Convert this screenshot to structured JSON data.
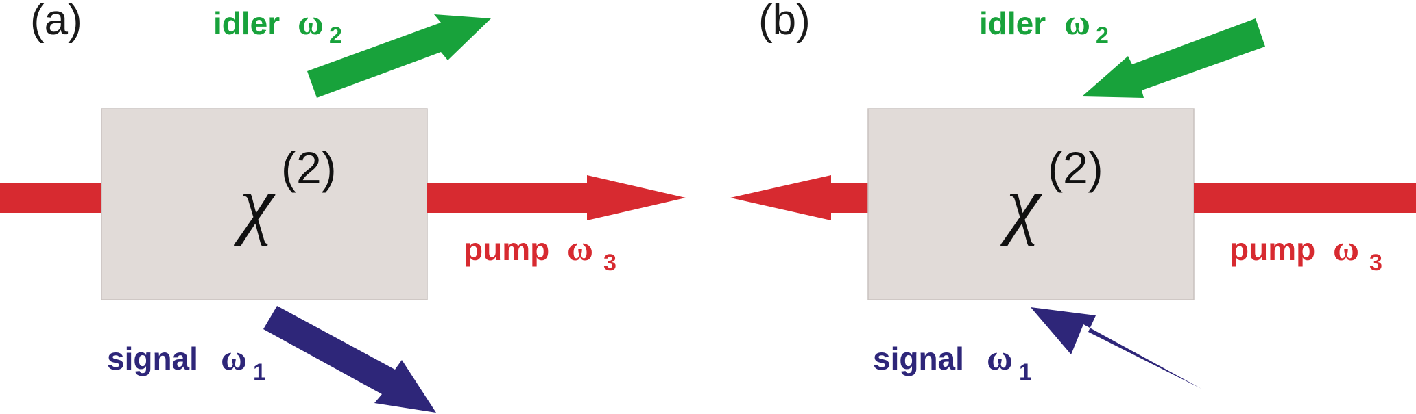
{
  "colors": {
    "pump": "#d72a30",
    "idler": "#18a23b",
    "signal": "#2e2679",
    "crystal": "#e1dbd8",
    "text": "#1a1a1a"
  },
  "panels": [
    {
      "id": "a",
      "label": "(a)",
      "crystal": {
        "symbol": "χ",
        "superscript": "(2)"
      },
      "pump": {
        "name": "pump",
        "greek": "ω",
        "index": "3"
      },
      "idler": {
        "name": "idler",
        "greek": "ω",
        "index": "2"
      },
      "signal": {
        "name": "signal",
        "greek": "ω",
        "index": "1"
      }
    },
    {
      "id": "b",
      "label": "(b)",
      "crystal": {
        "symbol": "χ",
        "superscript": "(2)"
      },
      "pump": {
        "name": "pump",
        "greek": "ω",
        "index": "3"
      },
      "idler": {
        "name": "idler",
        "greek": "ω",
        "index": "2"
      },
      "signal": {
        "name": "signal",
        "greek": "ω",
        "index": "1"
      }
    }
  ]
}
